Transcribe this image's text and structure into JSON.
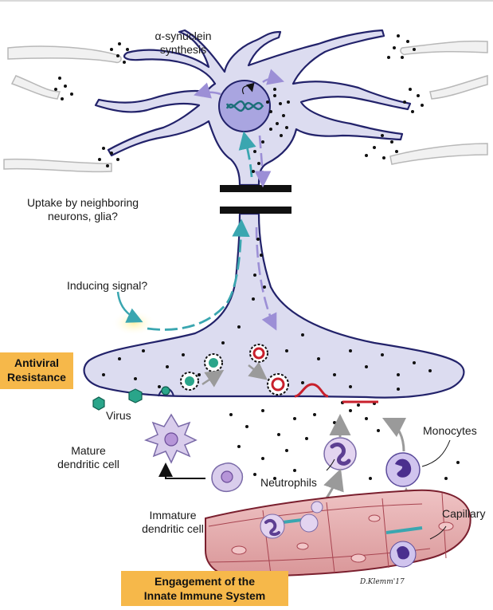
{
  "labels": {
    "synthesis_line1": "α-synuclein",
    "synthesis_line2": "synthesis",
    "uptake_line1": "Uptake by neighboring",
    "uptake_line2": "neurons, glia?",
    "inducing_signal": "Inducing signal?",
    "virus": "Virus",
    "mature_dc_line1": "Mature",
    "mature_dc_line2": "dendritic cell",
    "immature_dc_line1": "Immature",
    "immature_dc_line2": "dendritic cell",
    "neutrophils": "Neutrophils",
    "monocytes": "Monocytes",
    "capillary": "Capillary"
  },
  "boxes": {
    "antiviral_line1": "Antiviral",
    "antiviral_line2": "Resistance",
    "innate_line1": "Engagement of the",
    "innate_line2": "Innate Immune System"
  },
  "signature": "D.Klemm'17",
  "colors": {
    "neuron_fill": "#dcdcf0",
    "neuron_outline": "#22226a",
    "teal_arrow": "#3aa6b0",
    "purple_arrow": "#9c8fd6",
    "label_box": "#f6b84a",
    "capillary_fill": "#e8b1b4",
    "capillary_outline": "#7a1f2e",
    "red_membrane": "#c8202c"
  }
}
